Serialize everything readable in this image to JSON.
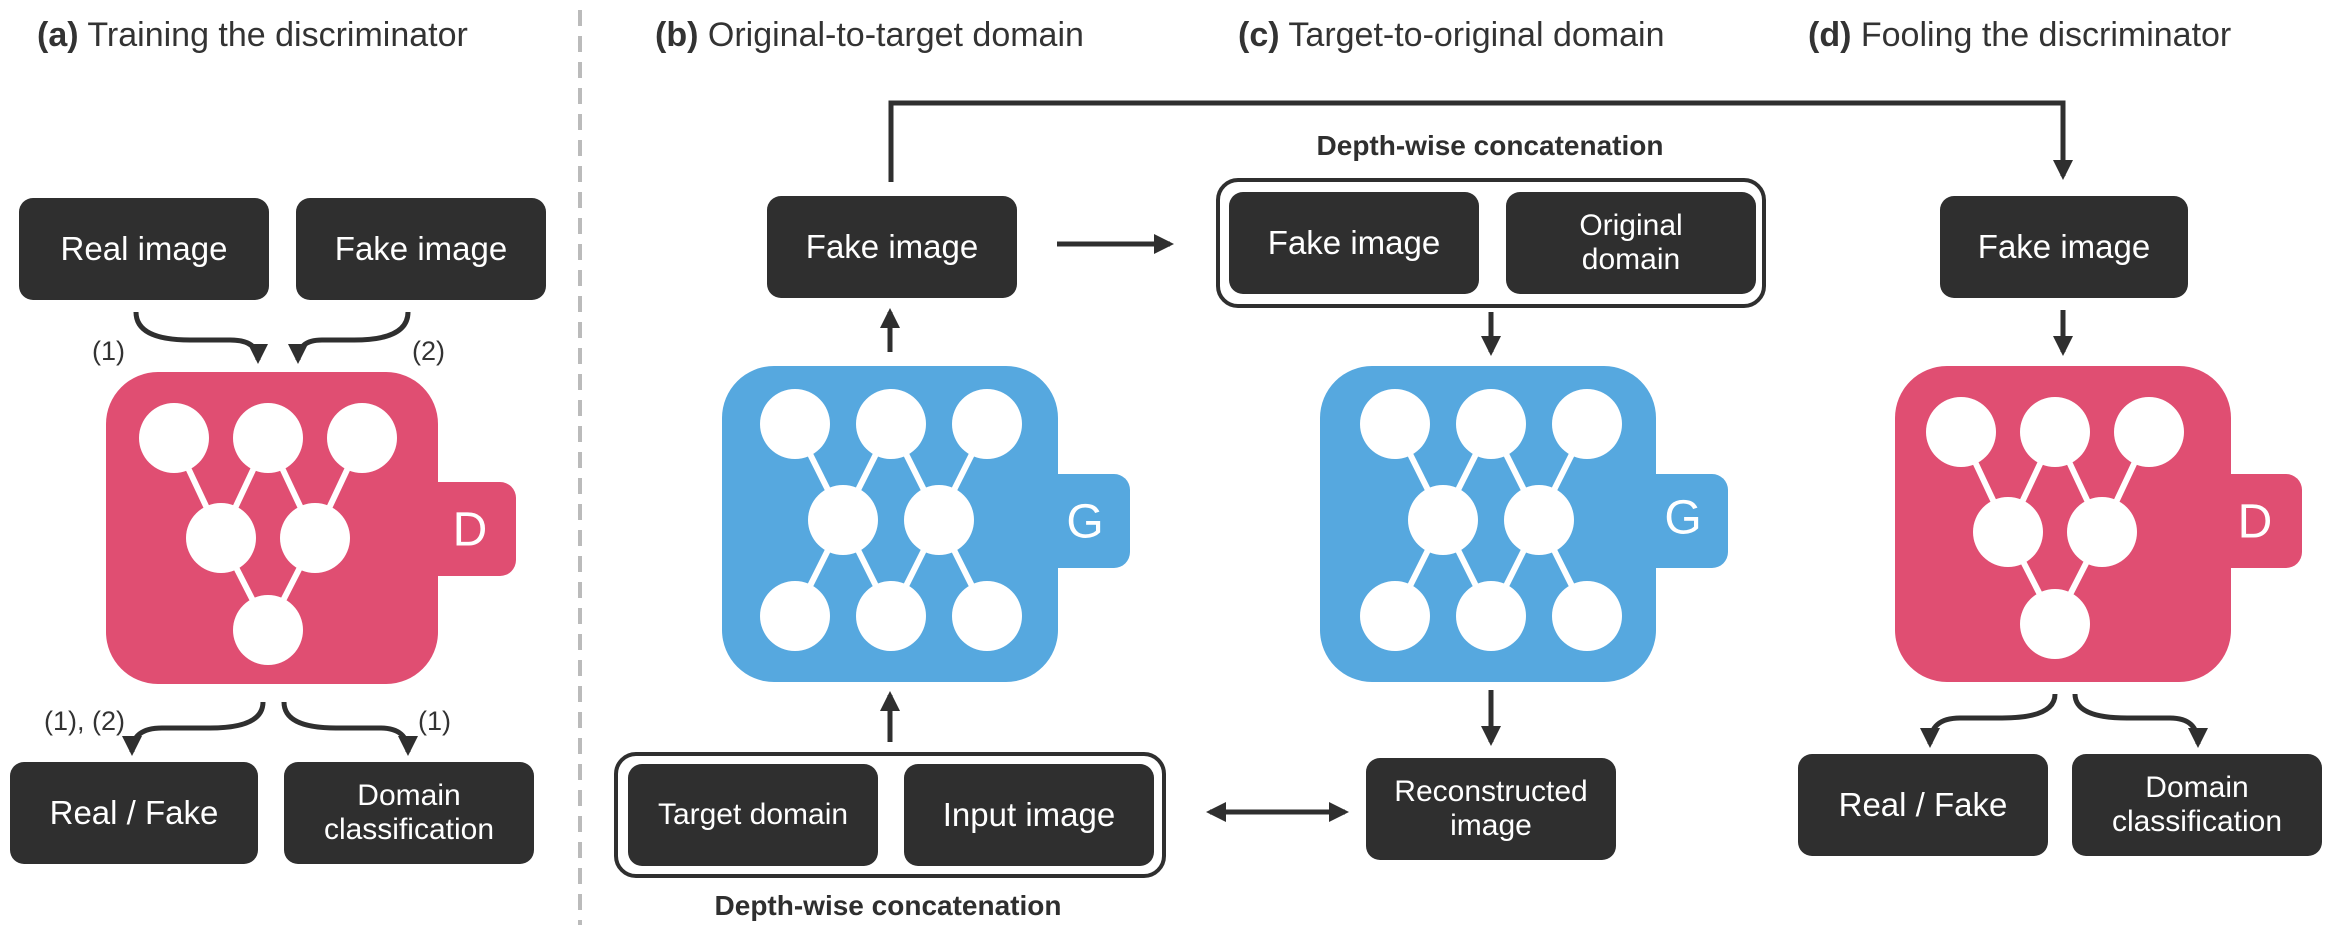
{
  "panels": [
    {
      "letter": "(a)",
      "title": "Training the discriminator"
    },
    {
      "letter": "(b)",
      "title": "Original-to-target domain"
    },
    {
      "letter": "(c)",
      "title": "Target-to-original domain"
    },
    {
      "letter": "(d)",
      "title": "Fooling the discriminator"
    }
  ],
  "boxes": {
    "a_real_image": "Real image",
    "a_fake_image": "Fake image",
    "a_real_fake": "Real / Fake",
    "a_domain_cls": "Domain\nclassification",
    "b_fake_image": "Fake image",
    "b_target_domain": "Target domain",
    "b_input_image": "Input image",
    "c_fake_image": "Fake image",
    "c_original_domain": "Original\ndomain",
    "c_reconstructed": "Reconstructed\nimage",
    "d_fake_image": "Fake image",
    "d_real_fake": "Real / Fake",
    "d_domain_cls": "Domain\nclassification"
  },
  "captions": {
    "top": "Depth-wise concatenation",
    "bottom": "Depth-wise concatenation"
  },
  "steps": {
    "a_in_left": "(1)",
    "a_in_right": "(2)",
    "a_out_left": "(1), (2)",
    "a_out_right": "(1)"
  },
  "networks": {
    "discriminator_label": "D",
    "generator_label": "G",
    "discriminator_color": "#e04e72",
    "generator_color": "#56a8df"
  }
}
